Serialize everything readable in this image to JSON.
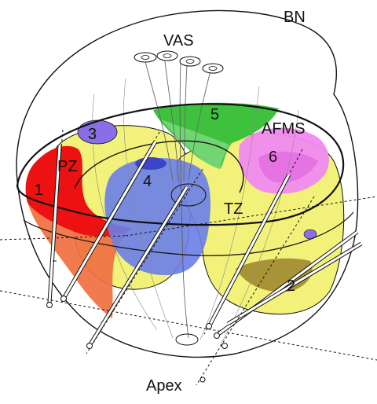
{
  "labels": {
    "bn": "BN",
    "vas": "VAS",
    "afms": "AFMS",
    "pz": "PZ",
    "tz": "TZ",
    "apex": "Apex"
  },
  "regions": {
    "r1": "1",
    "r2": "2",
    "r3": "3",
    "r4": "4",
    "r5": "5",
    "r6": "6"
  },
  "colors": {
    "transition_zone": "#f2f27a",
    "region_1_red": "#ee1111",
    "region_1_orange": "#f07040",
    "region_2_olive": "#a08a30",
    "region_3_purple": "#8a6ee8",
    "region_4_blue": "#6a7ee8",
    "region_5_green": "#3ec23e",
    "region_6_magenta": "#f08af0",
    "outline": "#111111"
  }
}
